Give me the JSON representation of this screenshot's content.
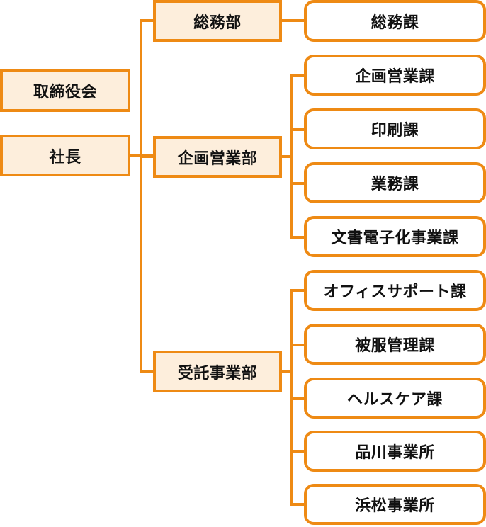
{
  "title": "組織図",
  "colors": {
    "accent": "#ee8a14",
    "box_fill": "#fdeedc",
    "text": "#111111"
  },
  "top": {
    "board": "取締役会",
    "president": "社長"
  },
  "departments": [
    {
      "name": "総務部",
      "sections": [
        "総務課"
      ]
    },
    {
      "name": "企画営業部",
      "sections": [
        "企画営業課",
        "印刷課",
        "業務課",
        "文書電子化事業課"
      ]
    },
    {
      "name": "受託事業部",
      "sections": [
        "オフィスサポート課",
        "被服管理課",
        "ヘルスケア課",
        "品川事業所",
        "浜松事業所"
      ]
    }
  ]
}
